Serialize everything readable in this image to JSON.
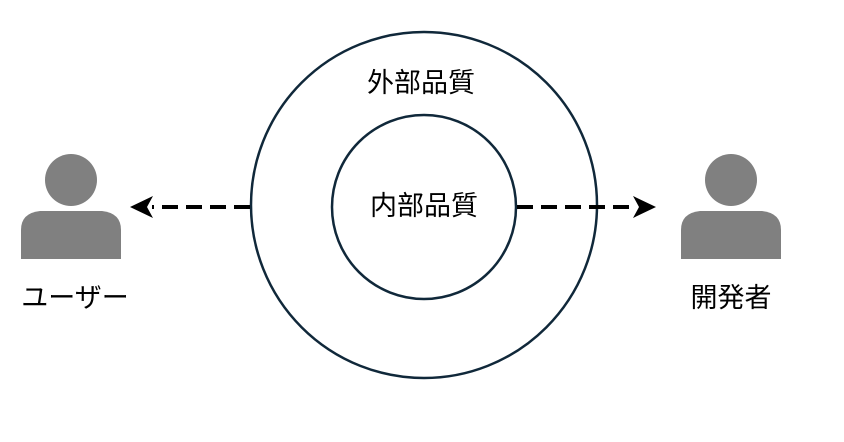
{
  "diagram": {
    "outer_label": "外部品質",
    "inner_label": "内部品質",
    "left_person_label": "ユーザー",
    "right_person_label": "開発者"
  },
  "colors": {
    "circle_stroke": "#10283a",
    "person_fill": "#808080",
    "arrow": "#000000",
    "text": "#000000"
  },
  "icons": {
    "left_person": "person-icon",
    "right_person": "person-icon"
  }
}
